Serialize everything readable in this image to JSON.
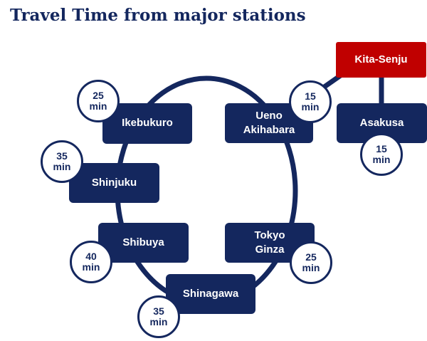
{
  "title": "Travel Time from major stations",
  "colors": {
    "station": "#14275e",
    "destination": "#c00000",
    "badge_border": "#14275e"
  },
  "destination": {
    "name": "Kita-Senju"
  },
  "stations": {
    "ueno": {
      "line1": "Ueno",
      "line2": "Akihabara",
      "time": "15",
      "unit": "min"
    },
    "asakusa": {
      "name": "Asakusa",
      "time": "15",
      "unit": "min"
    },
    "ikebukuro": {
      "name": "Ikebukuro",
      "time": "25",
      "unit": "min"
    },
    "shinjuku": {
      "name": "Shinjuku",
      "time": "35",
      "unit": "min"
    },
    "shibuya": {
      "name": "Shibuya",
      "time": "40",
      "unit": "min"
    },
    "tokyo": {
      "line1": "Tokyo",
      "line2": "Ginza",
      "time": "25",
      "unit": "min"
    },
    "shinagawa": {
      "name": "Shinagawa",
      "time": "35",
      "unit": "min"
    }
  }
}
